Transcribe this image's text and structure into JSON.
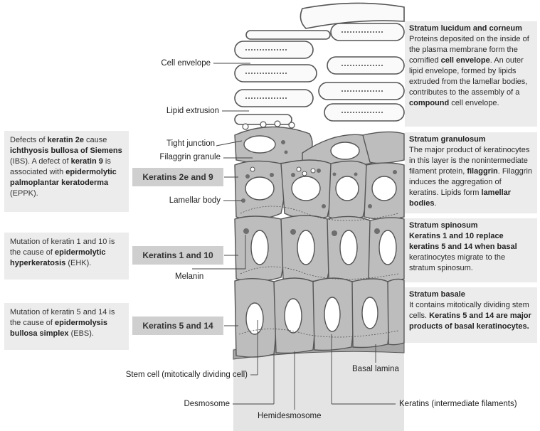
{
  "layers": {
    "corneum": {
      "title": "Stratum lucidum and corneum",
      "t1": "Proteins deposited on the inside of the plasma membrane form the cornified ",
      "b1": "cell envelope",
      "t2": ". An outer lipid envelope, formed by lipids extruded from the lamellar bodies, contributes to the assembly of a ",
      "b2": "compound",
      "t3": " cell envelope."
    },
    "granulosum": {
      "title": "Stratum granulosum",
      "t1": "The major product of keratinocytes in this layer is the nonintermediate filament protein, ",
      "b1": "filaggrin",
      "t2": ". Filaggrin induces the aggregation of keratins. Lipids form ",
      "b2": "lamellar bodies",
      "t3": "."
    },
    "spinosum": {
      "title": "Stratum spinosum",
      "b1": "Keratins 1 and 10 replace keratins 5 and 14 when basal",
      "t1": " keratinocytes migrate to the stratum spinosum."
    },
    "basale": {
      "title": "Stratum basale",
      "t1": "It contains mitotically dividing stem cells. ",
      "b1": "Keratins 5 and 14 are major products of basal keratinocytes."
    }
  },
  "diseases": {
    "ibs": {
      "t1": "Defects of ",
      "b1": "keratin 2e",
      "t2": " cause ",
      "b2": "ichthyosis bullosa of Siemens",
      "t3": " (IBS). A defect of ",
      "b3": "keratin 9",
      "t4": " is associated with ",
      "b4": "epidermolytic palmoplantar keratoderma",
      "t5": " (EPPK)."
    },
    "ehk": {
      "t1": "Mutation of keratin 1 and 10 is the cause of ",
      "b1": "epidermolytic hyperkeratosis",
      "t2": " (EHK)."
    },
    "ebs": {
      "t1": "Mutation of keratin 5 and 14 is the cause of ",
      "b1": "epidermolysis bullosa simplex",
      "t2": " (EBS)."
    }
  },
  "keratin_labels": {
    "k2e9": "Keratins 2e and 9",
    "k110": "Keratins 1 and 10",
    "k514": "Keratins 5 and 14"
  },
  "callouts": {
    "cell_envelope": "Cell envelope",
    "lipid_extrusion": "Lipid extrusion",
    "tight_junction": "Tight junction",
    "filaggrin_granule": "Filaggrin granule",
    "lamellar_body": "Lamellar body",
    "melanin": "Melanin",
    "stem_cell": "Stem cell (mitotically dividing cell)",
    "basal_lamina": "Basal lamina",
    "desmosome": "Desmosome",
    "hemidesmosome": "Hemidesmosome",
    "keratins_if": "Keratins (intermediate filaments)"
  },
  "colors": {
    "cell_fill": "#bdbdbd",
    "cell_stroke": "#555555",
    "box_bg": "#ececec",
    "keratin_box_bg": "#cfcfcf",
    "granule": "#6e6e6e"
  }
}
